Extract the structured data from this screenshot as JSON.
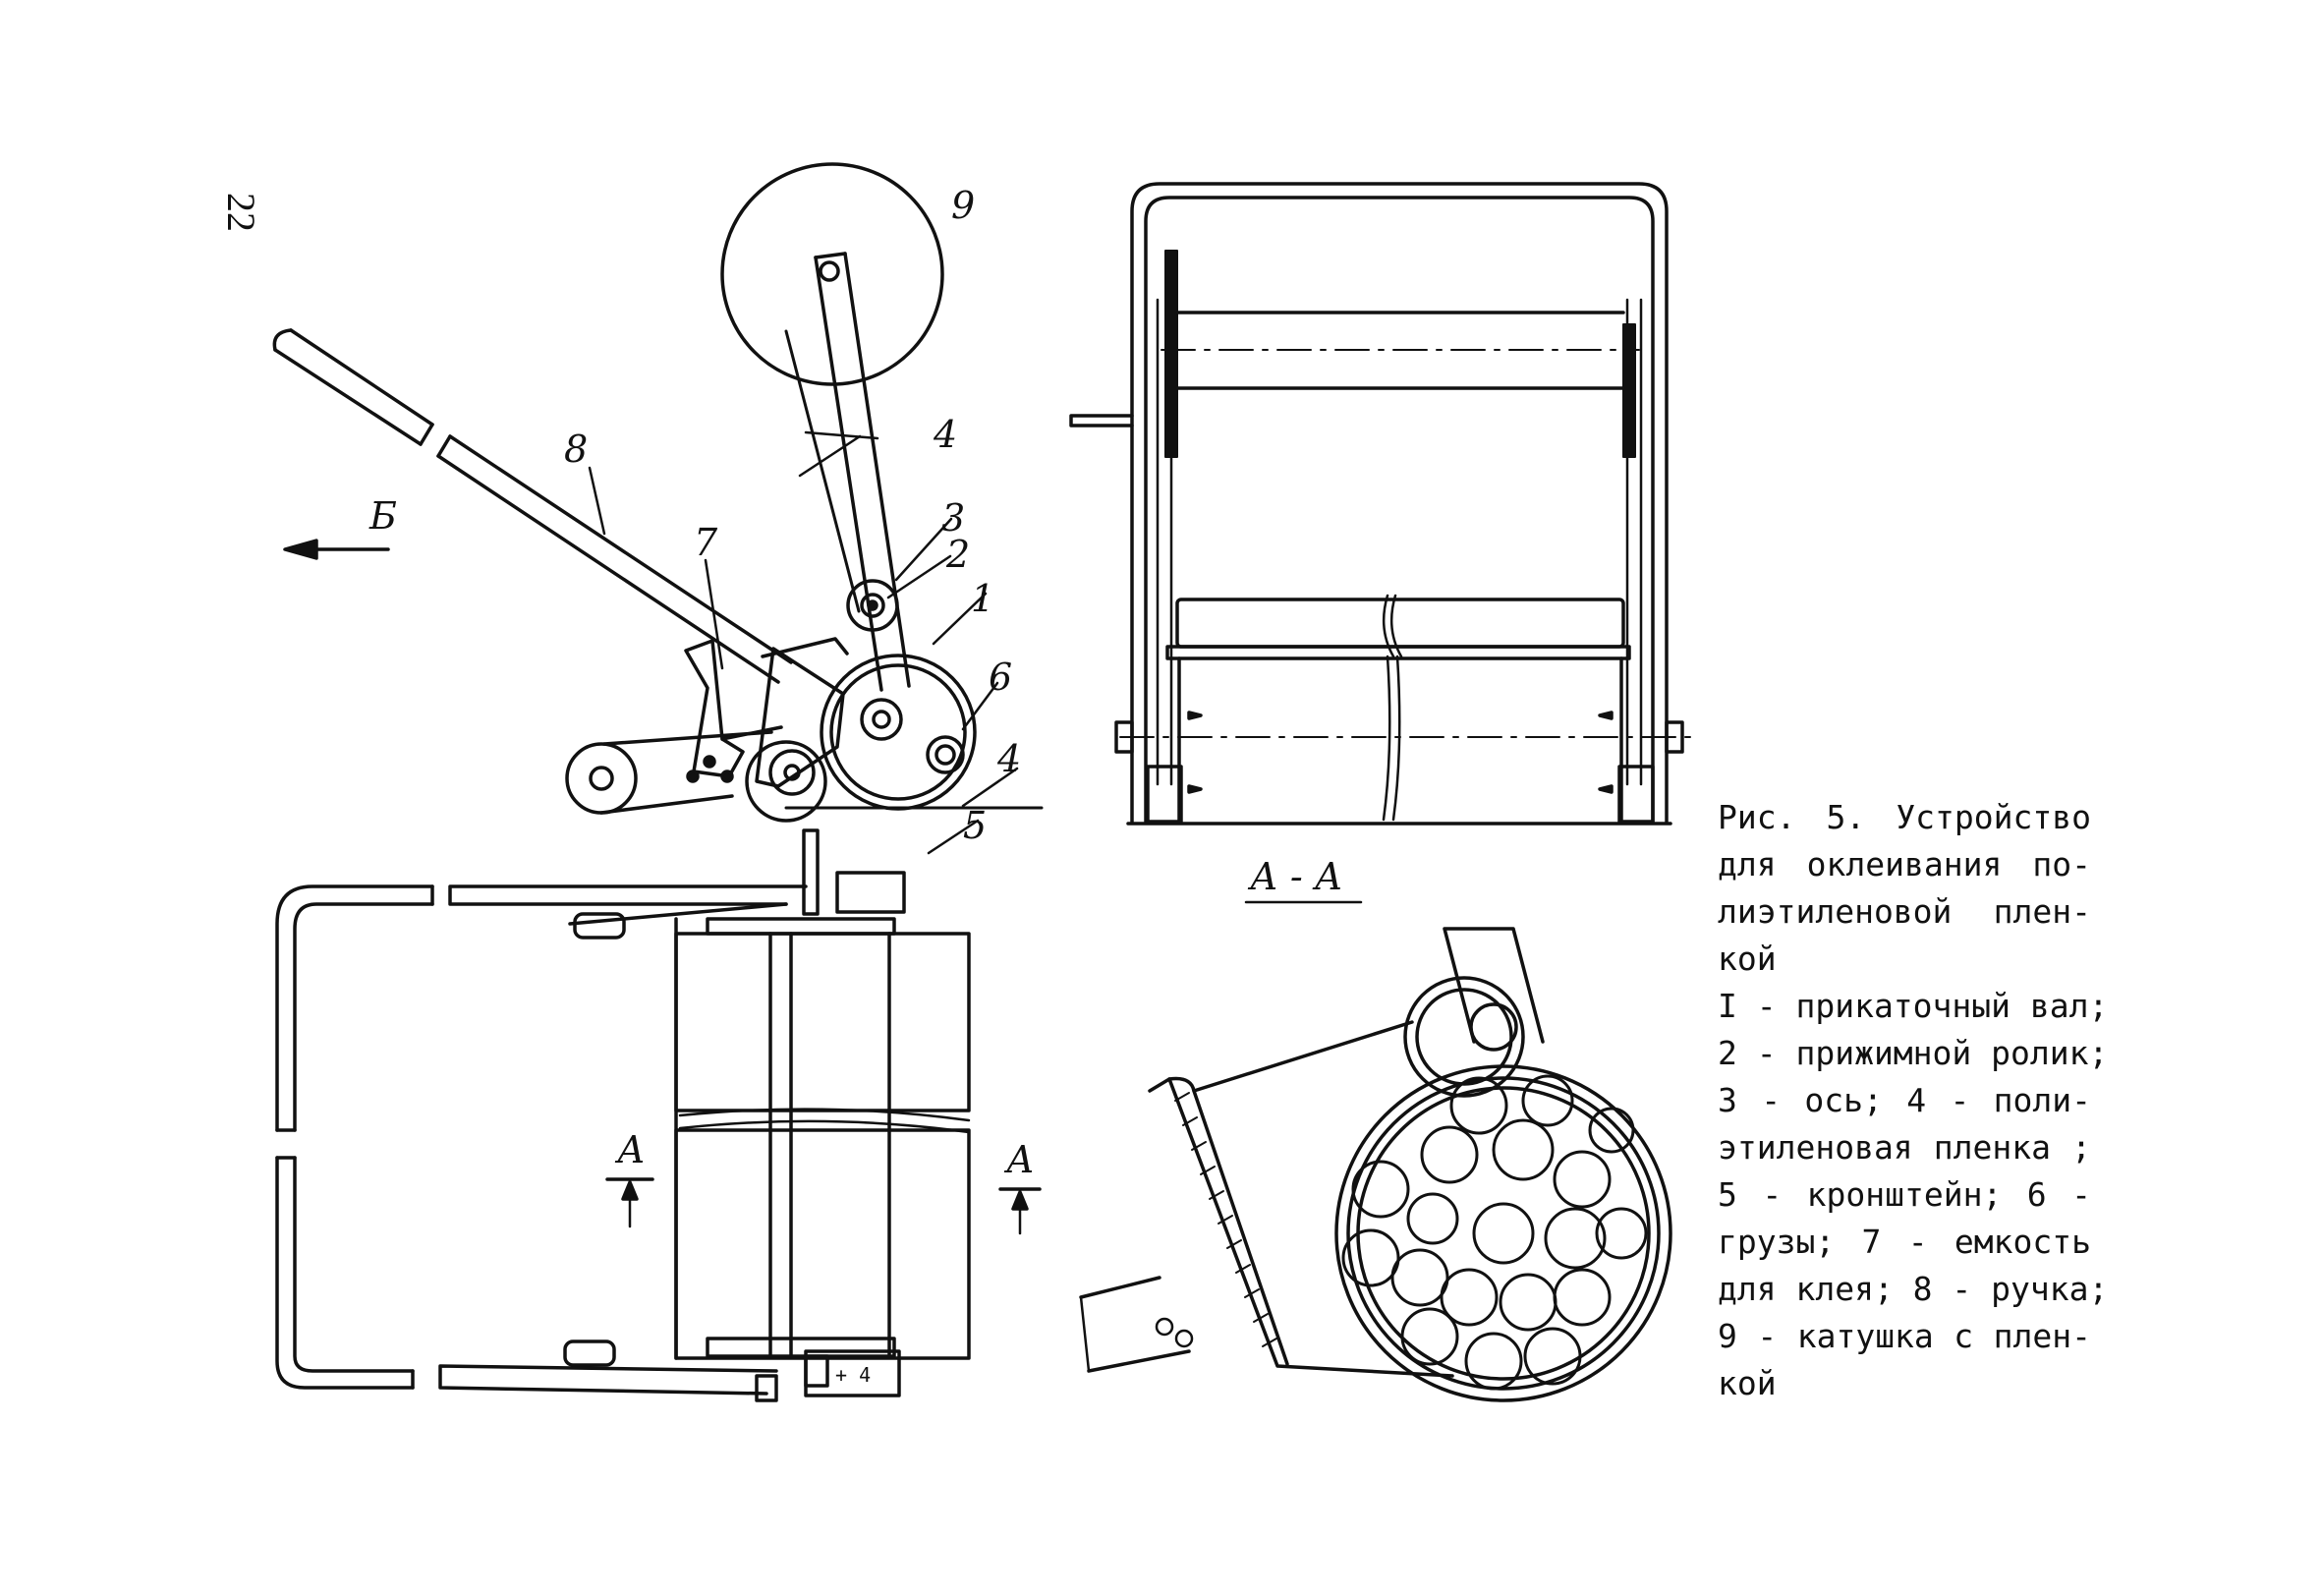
{
  "page_number": "22",
  "view_labels": {
    "section": "А - А",
    "direction": "Б",
    "section_mark_left": "А",
    "section_mark_right": "А"
  },
  "callouts": [
    "1",
    "2",
    "3",
    "4",
    "4",
    "5",
    "6",
    "7",
    "8",
    "9"
  ],
  "caption_lines": [
    "Рис. 5. Устройство",
    "для оклеивания по-",
    "лиэтиленовой плен-",
    "кой",
    "I - прикаточный вал;",
    "2 - прижимной ролик;",
    "3 - ось; 4 - поли-",
    "этиленовая пленка ;",
    "5 - кронштейн; 6 -",
    "грузы; 7 - емкость",
    "для клея; 8 - ручка;",
    "9 - катушка с плен-",
    "кой"
  ],
  "colors": {
    "ink": "#111111",
    "paper": "#ffffff"
  }
}
